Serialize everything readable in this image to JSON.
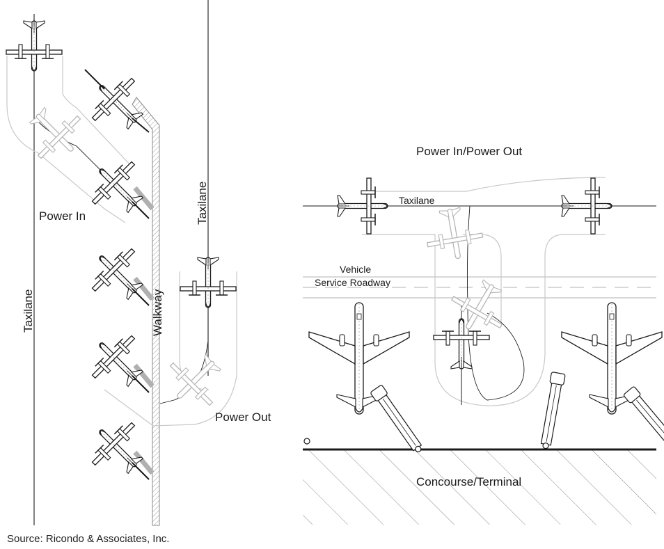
{
  "left_panel": {
    "taxilane_left": "Taxilane",
    "taxilane_right": "Taxilane",
    "walkway": "Walkway",
    "power_in": "Power In",
    "power_out": "Power Out"
  },
  "right_panel": {
    "title": "Power In/Power Out",
    "taxilane": "Taxilane",
    "vehicle_line1": "Vehicle",
    "vehicle_line2": "Service Roadway",
    "concourse": "Concourse/Terminal"
  },
  "footer": {
    "source": "Source: Ricondo & Associates, Inc."
  },
  "colors": {
    "ink": "#1a1a1a",
    "ghost": "#bdbdbd",
    "path": "#c8c8c8"
  }
}
